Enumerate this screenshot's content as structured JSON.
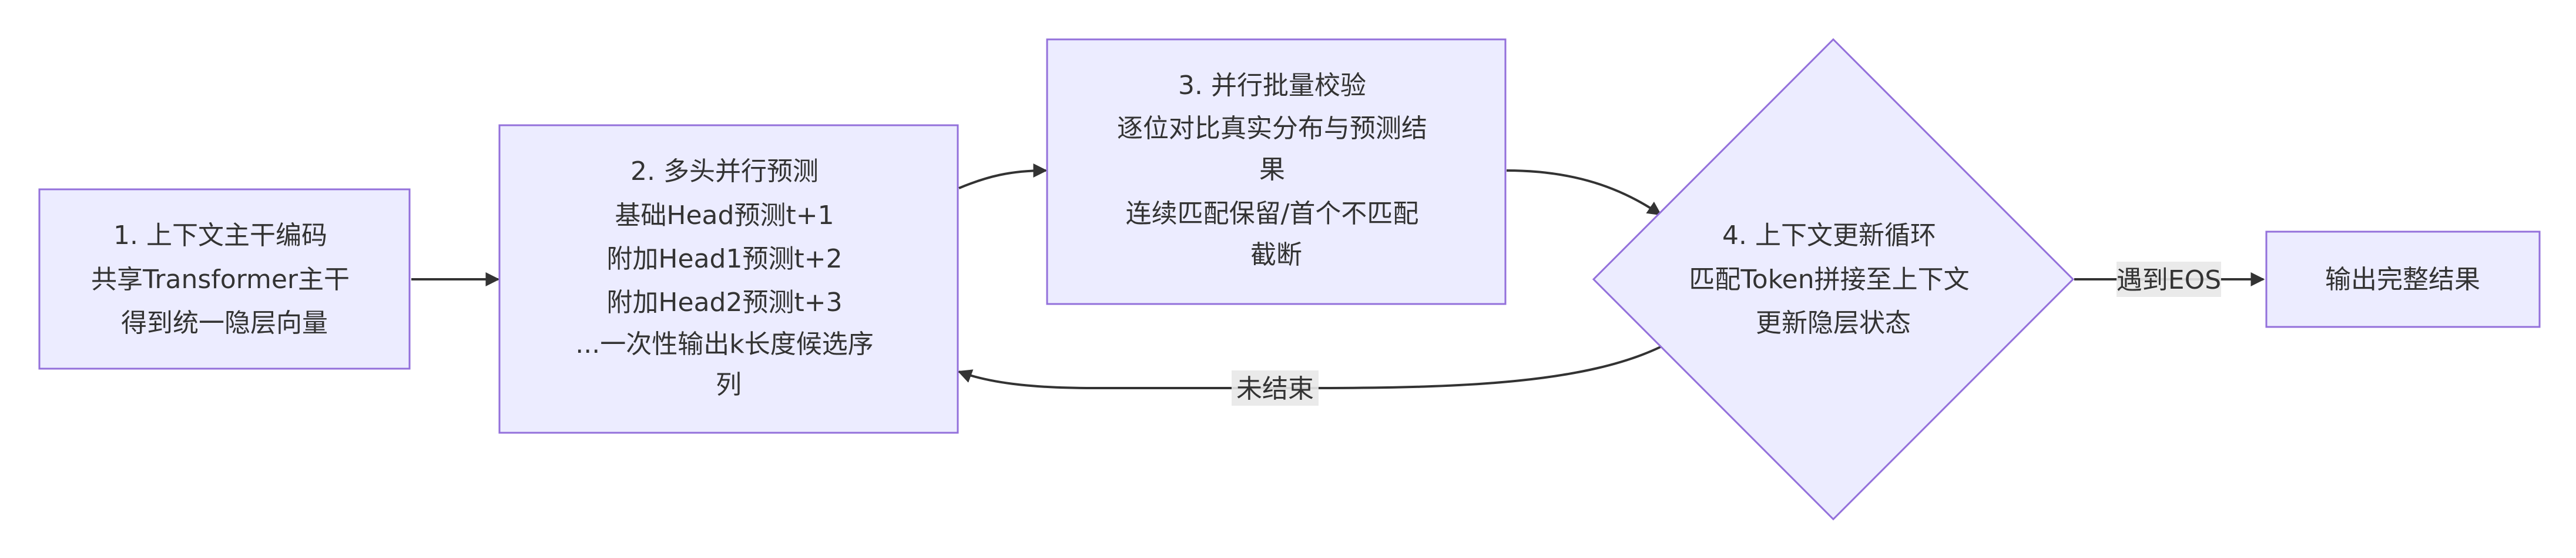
{
  "nodes": {
    "encode": {
      "lines": [
        "1. 上下文主干编码",
        "共享Transformer主干",
        "得到统一隐层向量"
      ]
    },
    "predict": {
      "lines": [
        "2. 多头并行预测",
        "基础Head预测t+1",
        "附加Head1预测t+2",
        "附加Head2预测t+3",
        "...一次性输出k长度候选序",
        "列"
      ]
    },
    "verify": {
      "lines": [
        "3. 并行批量校验",
        "逐位对比真实分布与预测结",
        "果",
        "连续匹配保留/首个不匹配",
        "截断"
      ]
    },
    "update": {
      "lines": [
        "4. 上下文更新循环",
        "匹配Token拼接至上下文",
        "更新隐层状态"
      ]
    },
    "output": {
      "lines": [
        "输出完整结果"
      ]
    }
  },
  "edges": {
    "eos_label": "遇到EOS",
    "loop_label": "未结束"
  },
  "colors": {
    "node_fill": "#ECECFF",
    "node_stroke": "#9370DB",
    "text": "#333333",
    "edge": "#333333",
    "label_bg": "#e8e8e8"
  }
}
